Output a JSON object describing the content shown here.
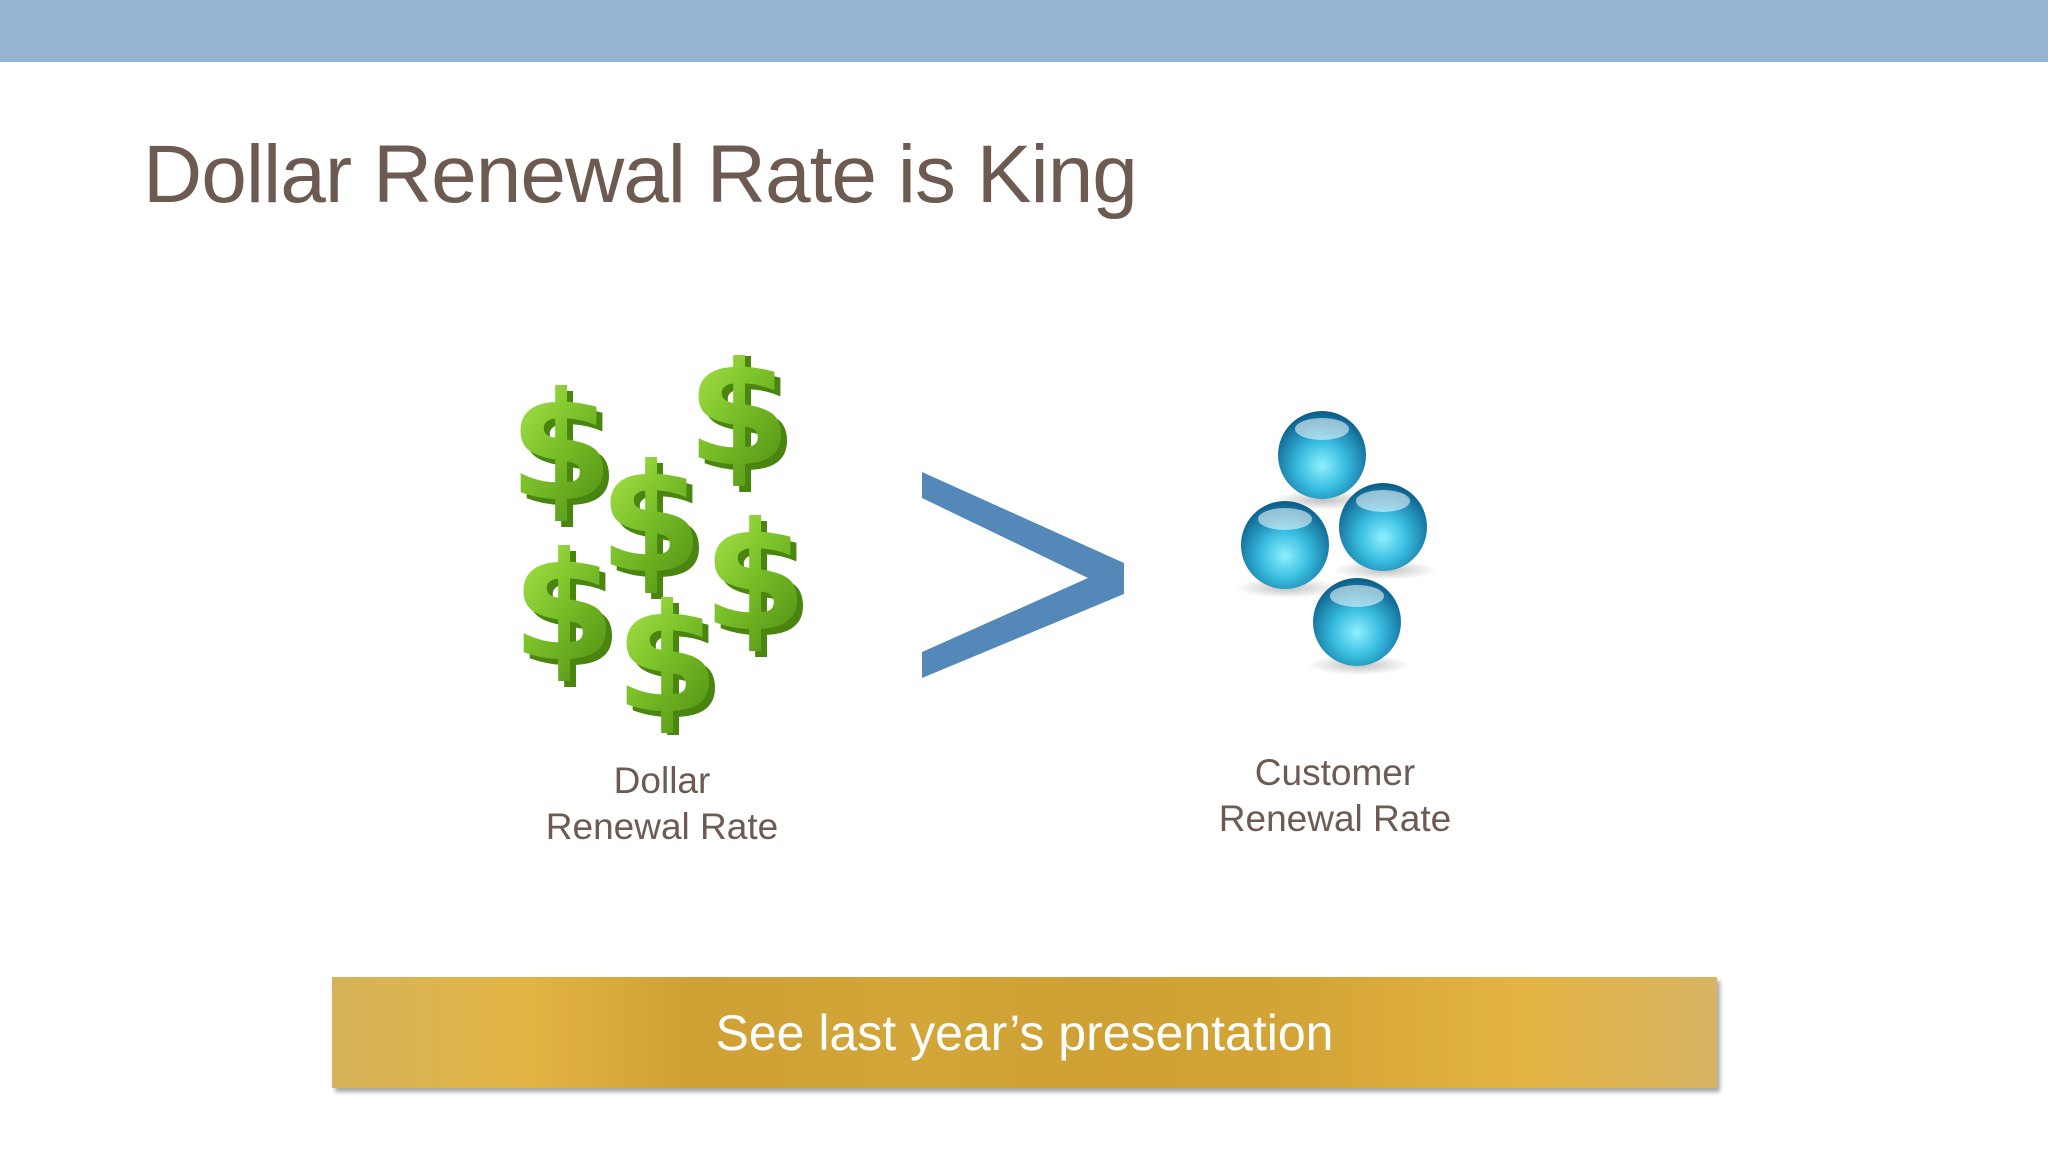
{
  "slide": {
    "title": "Dollar Renewal Rate is King",
    "left_item": {
      "icon": "dollar-signs-icon",
      "caption_line1": "Dollar",
      "caption_line2": "Renewal Rate"
    },
    "comparison_symbol": "greater-than-icon",
    "right_item": {
      "icon": "customer-spheres-icon",
      "caption_line1": "Customer",
      "caption_line2": "Renewal Rate"
    },
    "banner_text": "See last year’s presentation"
  },
  "colors": {
    "header_band": "#95b5d3",
    "title_text": "#6d5a50",
    "dollar_green": "#7cc22a",
    "greater_than_blue": "#5488b9",
    "sphere_blue": "#2fa3cf",
    "banner_gold": "#d2a638",
    "banner_text": "#ffffff"
  }
}
